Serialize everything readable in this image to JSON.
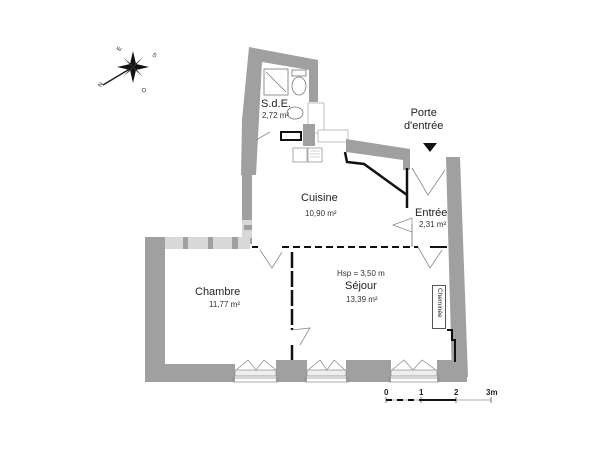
{
  "plan": {
    "colors": {
      "wall": "#a0a0a0",
      "wall_light": "#d8d8d8",
      "partition": "#111111",
      "background": "#ffffff"
    },
    "compass": {
      "letters": [
        "E",
        "S",
        "N",
        "O"
      ]
    },
    "rooms": [
      {
        "name": "S.d.E.",
        "area": "2,72 m²"
      },
      {
        "name": "Cuisine",
        "area": "10,90 m²"
      },
      {
        "name": "Entrée",
        "area": "2,31 m²"
      },
      {
        "name": "Chambre",
        "area": "11,77 m²"
      },
      {
        "name": "Séjour",
        "area": "13,39 m²"
      }
    ],
    "ceiling_height": "Hsp = 3,50 m",
    "entry_door_label_line1": "Porte",
    "entry_door_label_line2": "d'entrée",
    "fireplace_label": "Cheminée",
    "scale": {
      "ticks": [
        "0",
        "1",
        "2",
        "3m"
      ]
    }
  }
}
